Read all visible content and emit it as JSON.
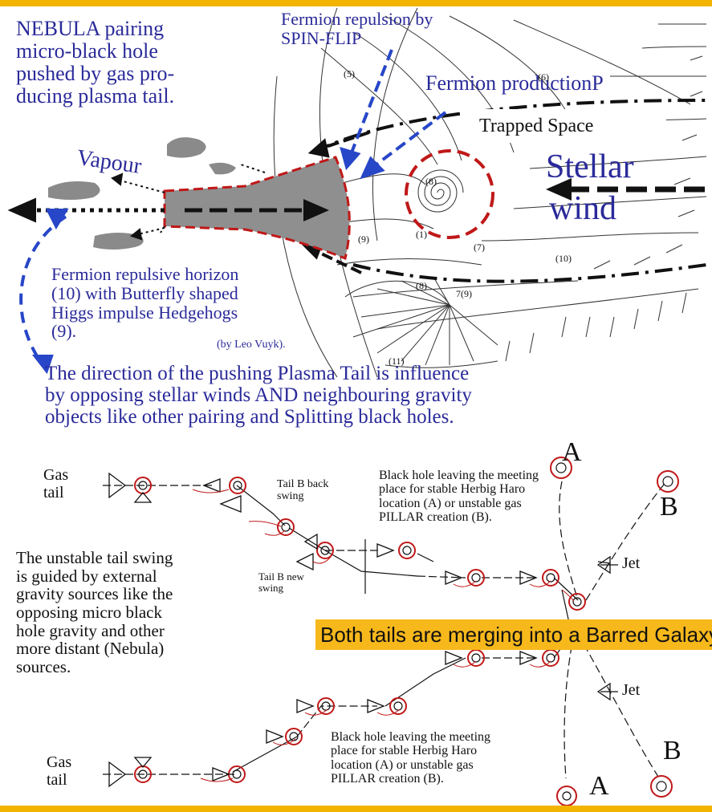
{
  "colors": {
    "accent_yellow": "#f2b400",
    "banner_yellow": "#f7b81c",
    "text_blue": "#2a2a9a",
    "arrow_blue": "#2746c8",
    "marker_red": "#c01818",
    "black": "#111111"
  },
  "top": {
    "title_lines": [
      "NEBULA pairing",
      "micro-black hole",
      "pushed by gas pro-",
      "ducing plasma tail."
    ],
    "fermion_repulsion_lines": [
      "Fermion repulsion by",
      "SPIN-FLIP"
    ],
    "fermion_production": "Fermion productionP",
    "trapped_space": "Trapped Space",
    "vapour": "Vapour",
    "stellar": "Stellar",
    "wind": "wind",
    "horizon_lines": [
      "Fermion repulsive horizon",
      "(10) with Butterfly shaped",
      "Higgs impulse Hedgehogs",
      "(9)."
    ],
    "credit": "(by Leo Vuyk).",
    "direction_lines": [
      "The direction of  the pushing Plasma Tail is influence",
      "by opposing stellar winds AND neighbouring gravity",
      "objects like other pairing and Splitting black holes."
    ],
    "numbers": [
      "(5)",
      "(6)",
      "(8)",
      "(7)",
      "(10)",
      "(8)",
      "7(9)",
      "(11)",
      "(9)",
      "(1)"
    ]
  },
  "bottom": {
    "gas_tail_top_lines": [
      "Gas",
      "tail"
    ],
    "gas_tail_bottom_lines": [
      "Gas",
      "tail"
    ],
    "tail_b_back_lines": [
      "Tail B back",
      "swing"
    ],
    "tail_b_new_lines": [
      "Tail B new",
      "swing"
    ],
    "leaving_top_lines": [
      "Black hole leaving the meeting",
      "place for stable Herbig Haro",
      "location (A) or unstable gas",
      "PILLAR creation (B)."
    ],
    "leaving_bottom_lines": [
      "Black hole leaving the meeting",
      "place for stable Herbig Haro",
      "location (A) or unstable gas",
      "PILLAR creation (B)."
    ],
    "unstable_lines": [
      "The unstable tail swing",
      "is guided by external",
      "gravity sources like the",
      "opposing micro black",
      "hole gravity and other",
      "more distant (Nebula)",
      "sources."
    ],
    "label_a_top": "A",
    "label_b_top": "B",
    "label_a_bottom": "A",
    "label_b_bottom": "B",
    "jet_top": "Jet",
    "jet_bottom": "Jet",
    "banner": "Both tails are merging into a Barred Galaxy"
  }
}
